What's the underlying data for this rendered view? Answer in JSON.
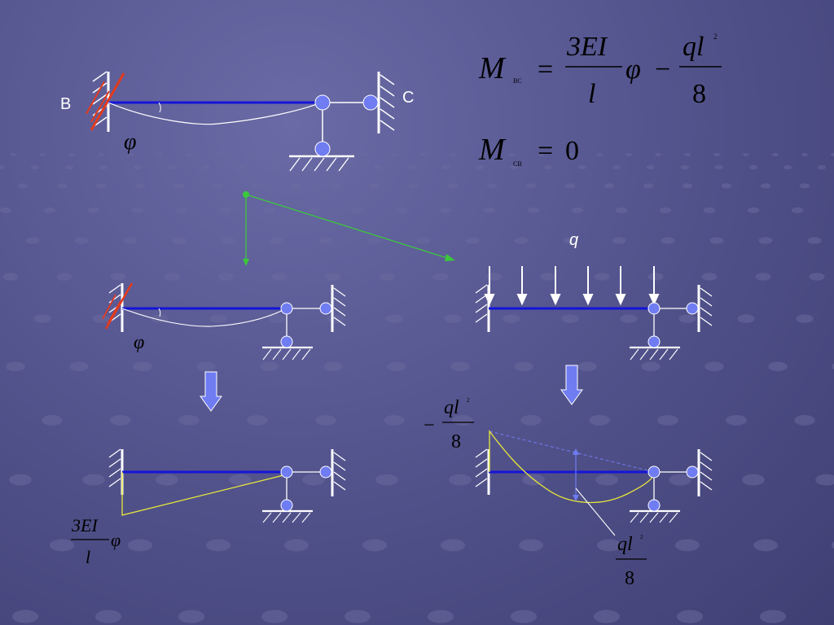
{
  "labels": {
    "node_b": "B",
    "node_c": "C",
    "phi": "φ",
    "load_q": "q"
  },
  "equations": {
    "m_bc": {
      "M": "M",
      "sub": "BC",
      "eq": "=",
      "coef_num": "3EI",
      "coef_den": "l",
      "phi": "φ",
      "minus": "−",
      "load_num_q": "ql",
      "load_num_exp": "2",
      "load_den": "8"
    },
    "m_cb": {
      "M": "M",
      "sub": "CB",
      "eq": "=",
      "value": "0"
    }
  },
  "annotations": {
    "left_moment_num": "3EI",
    "left_moment_den": "l",
    "left_moment_phi": "φ",
    "right_end_moment_sign": "−",
    "right_end_moment_num": "ql",
    "right_end_moment_exp": "2",
    "right_end_moment_den": "8",
    "mid_moment_num": "ql",
    "mid_moment_exp": "2",
    "mid_moment_den": "8"
  },
  "colors": {
    "beam": "#1414d8",
    "frame_line": "#ffffff",
    "hinge": "#6f7cf2",
    "rotation_mark": "#e23b1e",
    "flow_arrow": "#3cc83c",
    "moment_line": "#e8e83a",
    "down_arrow": "#6f7cf2",
    "text_dark": "#000000"
  }
}
